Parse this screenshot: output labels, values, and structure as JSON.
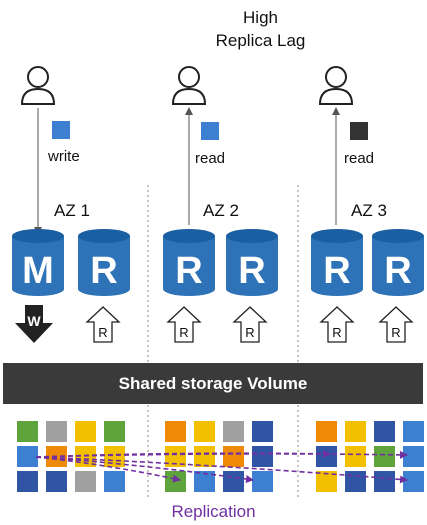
{
  "header": {
    "title_line1": "High",
    "title_line2": "Replica Lag"
  },
  "operations": {
    "write": "write",
    "read_az2": "read",
    "read_az3": "read"
  },
  "zones": [
    "AZ 1",
    "AZ 2",
    "AZ 3"
  ],
  "instances": {
    "master_letter": "M",
    "replica_letter": "R",
    "arrow_write_letter": "W",
    "arrow_replica_letter": "R"
  },
  "storage": {
    "label": "Shared storage Volume"
  },
  "replication": {
    "label": "Replication",
    "color": "#7030a0"
  },
  "colors": {
    "db_blue": "#2e73b8",
    "db_top": "#1b5fa3",
    "block_blue": "#3d7fd1",
    "write_square": "#3d7fd1",
    "read_square_az2": "#3d7fd1",
    "read_square_az3": "#333333",
    "green": "#5ea33b",
    "gray": "#a0a0a0",
    "yellow": "#f3c000",
    "orange": "#ef8a07",
    "navy": "#2f55a4"
  },
  "storage_blocks": {
    "az1": [
      [
        "green",
        "gray",
        "yellow",
        "green"
      ],
      [
        "blue",
        "orange",
        "yellow",
        "yellow"
      ],
      [
        "navy",
        "navy",
        "gray",
        "blue"
      ]
    ],
    "az2": [
      [
        "orange",
        "yellow",
        "gray",
        "navy"
      ],
      [
        "yellow",
        "yellow",
        "orange",
        "navy"
      ],
      [
        "green",
        "blue",
        "navy",
        "blue"
      ]
    ],
    "az3": [
      [
        "orange",
        "yellow",
        "navy",
        "blue"
      ],
      [
        "navy",
        "yellow",
        "green",
        "blue"
      ],
      [
        "yellow",
        "navy",
        "navy",
        "blue"
      ]
    ]
  }
}
